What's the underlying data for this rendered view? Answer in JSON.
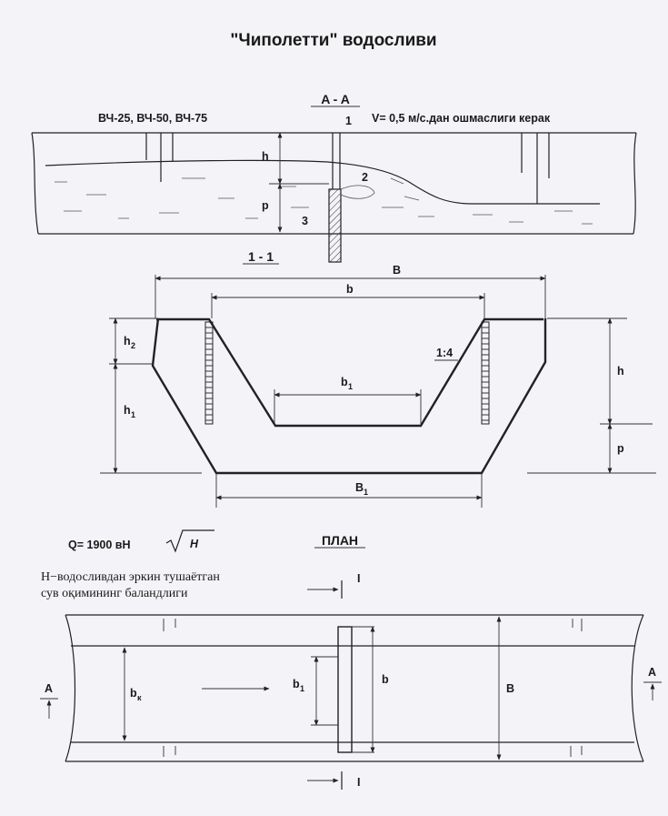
{
  "title": "\"Чиполетти\" водосливи",
  "section_aa": {
    "heading": "A - A",
    "models": "ВЧ-25, ВЧ-50, ВЧ-75",
    "velocity_note": "V= 0,5 м/с.дан ошмаслиги керак",
    "labels": {
      "one": "1",
      "two": "2",
      "three": "3",
      "h": "h",
      "p": "p"
    }
  },
  "section_11": {
    "heading": "1 - 1",
    "labels": {
      "B": "B",
      "b": "b",
      "b1_base": "b",
      "b1_sub": "1",
      "B1_base": "B",
      "B1_sub": "1",
      "h2_base": "h",
      "h2_sub": "2",
      "h1_base": "h",
      "h1_sub": "1",
      "slope": "1:4",
      "h": "h",
      "p": "p"
    }
  },
  "formula": {
    "left": "Q= 1900 вН",
    "radicand": "H"
  },
  "plan": {
    "heading": "ПЛАН",
    "note_line1": "Н−водосливдан эркин тушаётган",
    "note_line2": "сув оқимининг баландлиги",
    "labels": {
      "I_top": "I",
      "I_bottom": "I",
      "A_left": "A",
      "A_right": "A",
      "bk_base": "b",
      "bk_sub": "к",
      "b1_base": "b",
      "b1_sub": "1",
      "b": "b",
      "B": "B"
    }
  }
}
